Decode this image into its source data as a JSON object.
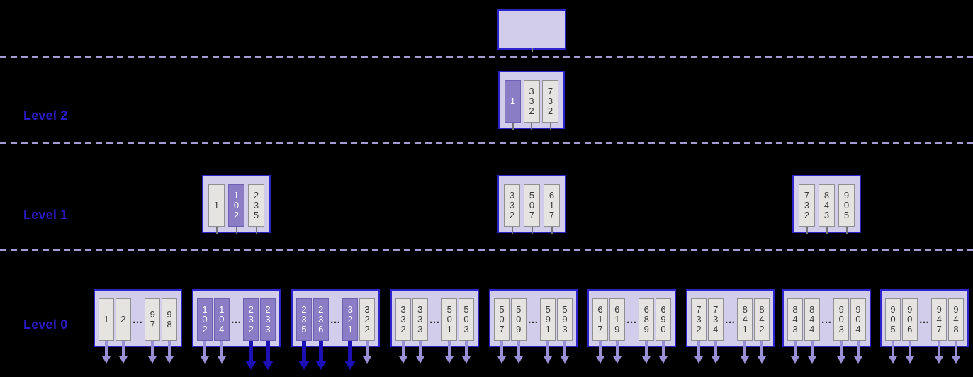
{
  "labels": {
    "level2": "Level 2",
    "level1": "Level 1",
    "level0": "Level 0"
  },
  "ellipsis": "…",
  "colors": {
    "background": "#000000",
    "label_text": "#2a1cc4",
    "node_border": "#2d23cb",
    "node_fill": "#d2cdeb",
    "cell_fill": "#e5e4e1",
    "cell_border": "#909090",
    "cell_text": "#3a3a3a",
    "highlight_fill": "#8a7cc5",
    "highlight_border": "#6e60b0",
    "highlight_text": "#ffffff",
    "arrow_light": "#9a90d6",
    "arrow_dark": "#1c10b4",
    "dashed_line": "#a39bd2"
  },
  "tree": {
    "root": {
      "cells": []
    },
    "level2": {
      "cells": [
        {
          "v": "1",
          "hl": true
        },
        {
          "v": "332"
        },
        {
          "v": "732"
        }
      ]
    },
    "level1": [
      {
        "cells": [
          {
            "v": "1"
          },
          {
            "v": "102",
            "hl": true
          },
          {
            "v": "235"
          }
        ]
      },
      {
        "cells": [
          {
            "v": "332"
          },
          {
            "v": "507"
          },
          {
            "v": "617"
          }
        ]
      },
      {
        "cells": [
          {
            "v": "732"
          },
          {
            "v": "843"
          },
          {
            "v": "905"
          }
        ]
      }
    ],
    "level0": [
      {
        "cells": [
          {
            "v": "1",
            "arrow": "light"
          },
          {
            "v": "2",
            "arrow": "light"
          },
          {
            "dots": true
          },
          {
            "v": "97",
            "arrow": "light"
          },
          {
            "v": "98",
            "arrow": "light"
          }
        ]
      },
      {
        "cells": [
          {
            "v": "102",
            "hl": true,
            "arrow": "light"
          },
          {
            "v": "104",
            "hl": true,
            "arrow": "light"
          },
          {
            "dots": true
          },
          {
            "v": "232",
            "hl": true,
            "arrow": "dark"
          },
          {
            "v": "233",
            "hl": true,
            "arrow": "dark"
          }
        ]
      },
      {
        "cells": [
          {
            "v": "235",
            "hl": true,
            "arrow": "dark"
          },
          {
            "v": "236",
            "hl": true,
            "arrow": "dark"
          },
          {
            "dots": true
          },
          {
            "v": "321",
            "hl": true,
            "arrow": "dark"
          },
          {
            "v": "322",
            "arrow": "light"
          }
        ]
      },
      {
        "cells": [
          {
            "v": "332",
            "arrow": "light"
          },
          {
            "v": "333",
            "arrow": "light"
          },
          {
            "dots": true
          },
          {
            "v": "501",
            "arrow": "light"
          },
          {
            "v": "503",
            "arrow": "light"
          }
        ]
      },
      {
        "cells": [
          {
            "v": "507",
            "arrow": "light"
          },
          {
            "v": "509",
            "arrow": "light"
          },
          {
            "dots": true
          },
          {
            "v": "591",
            "arrow": "light"
          },
          {
            "v": "593",
            "arrow": "light"
          }
        ]
      },
      {
        "cells": [
          {
            "v": "617",
            "arrow": "light"
          },
          {
            "v": "619",
            "arrow": "light"
          },
          {
            "dots": true
          },
          {
            "v": "689",
            "arrow": "light"
          },
          {
            "v": "690",
            "arrow": "light"
          }
        ]
      },
      {
        "cells": [
          {
            "v": "732",
            "arrow": "light"
          },
          {
            "v": "734",
            "arrow": "light"
          },
          {
            "dots": true
          },
          {
            "v": "841",
            "arrow": "light"
          },
          {
            "v": "842",
            "arrow": "light"
          }
        ]
      },
      {
        "cells": [
          {
            "v": "843",
            "arrow": "light"
          },
          {
            "v": "844",
            "arrow": "light"
          },
          {
            "dots": true
          },
          {
            "v": "903",
            "arrow": "light"
          },
          {
            "v": "904",
            "arrow": "light"
          }
        ]
      },
      {
        "cells": [
          {
            "v": "905",
            "arrow": "light"
          },
          {
            "v": "906",
            "arrow": "light"
          },
          {
            "dots": true
          },
          {
            "v": "947",
            "arrow": "light"
          },
          {
            "v": "948",
            "arrow": "light"
          }
        ]
      }
    ]
  }
}
